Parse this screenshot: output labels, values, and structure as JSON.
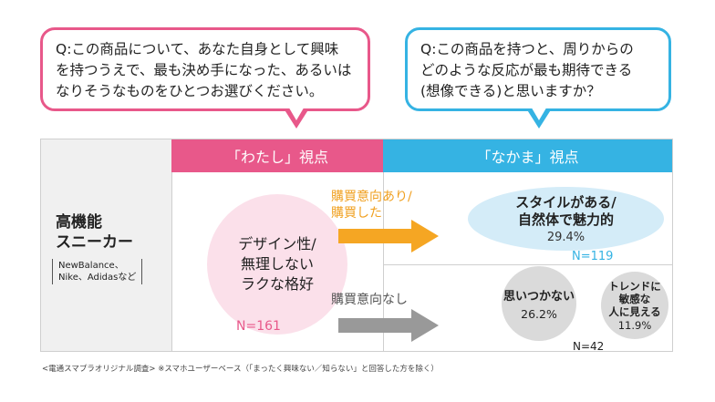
{
  "question_left": "Q:この商品について、あなた自身として興味\nを持つうえで、最も決め手になった、あるいは\nなりそうなものをひとつお選びください。",
  "question_right": "Q:この商品を持つと、周りからの\nどのような反応が最も期待できる\n(想像できる)と思いますか？",
  "header_self": "「わたし」視点",
  "header_peer": "「なかま」視点",
  "product": {
    "title": "高機能\nスニーカー",
    "brands": "NewBalance、\nNike、Adidasなど"
  },
  "self_main": {
    "label": "デザイン性/\n無理しない\nラクな格好",
    "n": "N=161"
  },
  "route_intent": "購買意向あり/\n購買した",
  "route_no_intent": "購買意向なし",
  "peer_intent": {
    "label": "スタイルがある/\n自然体で魅力的",
    "value": "29.4%",
    "n": "N=119"
  },
  "peer_no_intent_1": {
    "label": "思いつかない",
    "value": "26.2%"
  },
  "peer_no_intent_2": {
    "label": "トレンドに\n敏感な\n人に見える",
    "value": "11.9%"
  },
  "peer_no_intent_n": "N=42",
  "footnote": "<電通スマプラオリジナル調査> ※スマホユーザーベース（「まったく興味ない／知らない」と回答した方を除く）",
  "colors": {
    "pink": "#e8588a",
    "blue": "#35b3e3",
    "orange": "#f5a623",
    "gray": "#999999"
  }
}
